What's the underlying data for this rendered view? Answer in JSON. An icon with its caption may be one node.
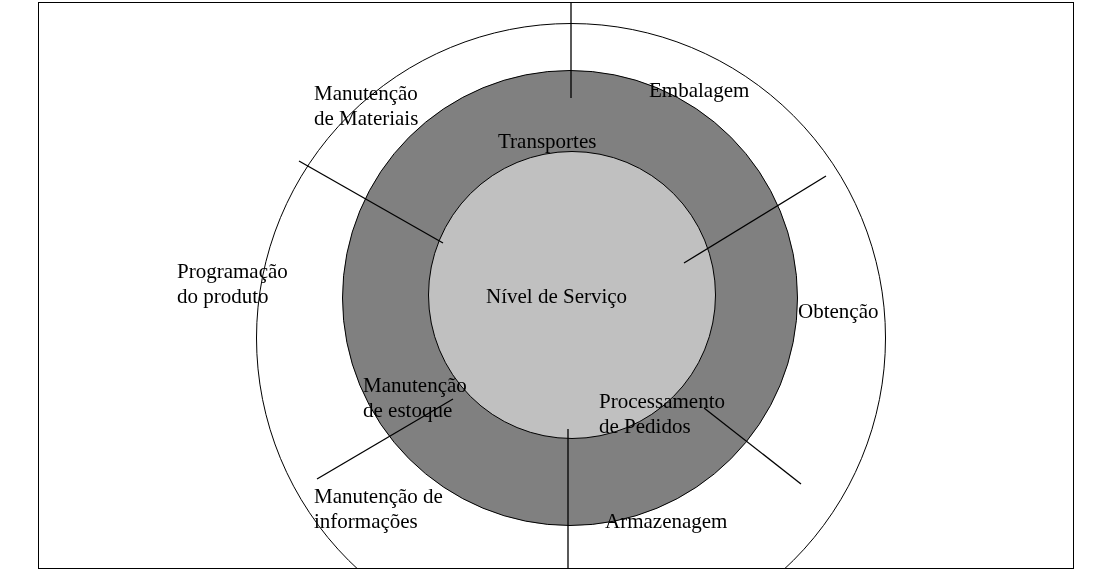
{
  "diagram": {
    "nodes": [
      {
        "text": [],
        "shape": "circle"
      },
      {
        "text": [],
        "shape": "circle",
        "in": 0
      },
      {
        "text": [
          "Nível de Serviço"
        ],
        "in": 1
      }
    ],
    "labels": [
      "Manutenção de Materiais",
      "Embalagem",
      "Transportes",
      "Programação do produto",
      "Obtenção",
      "Manutenção de estoque",
      "Processamento de Pedidos",
      "Manutenção de informações",
      "Armazenagem"
    ]
  }
}
